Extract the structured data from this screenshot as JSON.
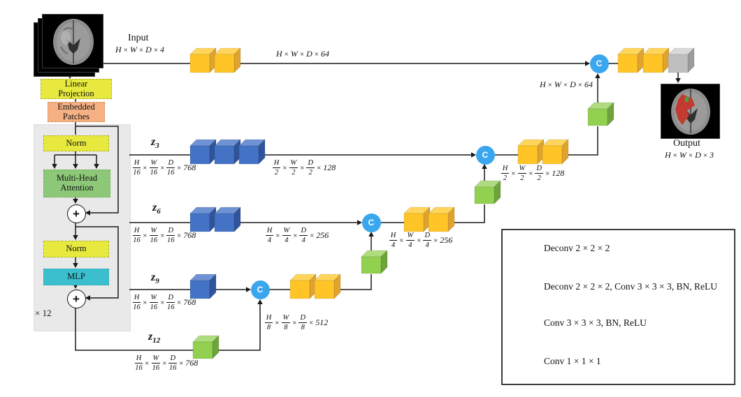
{
  "input": {
    "title": "Input",
    "dims": "H × W × D × 4"
  },
  "output": {
    "title": "Output",
    "dims": "H × W × D × 3"
  },
  "transformer": {
    "linear_projection": [
      "Linear",
      "Projection"
    ],
    "embedded_patches": [
      "Embedded",
      "Patches"
    ],
    "norm_top": "Norm",
    "attention": [
      "Multi-Head",
      "Attention"
    ],
    "norm_bottom": "Norm",
    "mlp": "MLP",
    "plus": "+",
    "repeat": "× 12"
  },
  "concat": {
    "label": "C"
  },
  "top": {
    "after_dims": "H × W × D × 64",
    "skip_dims": "H × W × D × 64"
  },
  "skips": [
    {
      "base": "z",
      "sub": "3",
      "dims_from_transformer": "H/16 × W/16 × D/16 × 768",
      "dims_after_deconv": "H/2 × W/2 × D/2 × 128",
      "dims_after_concat": "H/2 × W/2 × D/2 × 128"
    },
    {
      "base": "z",
      "sub": "6",
      "dims_from_transformer": "H/16 × W/16 × D/16 × 768",
      "dims_after_deconv": "H/4 × W/4 × D/4 × 256",
      "dims_after_concat": "H/4 × W/4 × D/4 × 256"
    },
    {
      "base": "z",
      "sub": "9",
      "dims_from_transformer": "H/16 × W/16 × D/16 × 768"
    },
    {
      "base": "z",
      "sub": "12",
      "dims_from_transformer": "H/16 × W/16 × D/16 × 768",
      "dims_to_concat": "H/8 × W/8 × D/8 × 512"
    }
  ],
  "legend": {
    "items": [
      {
        "cube": "green",
        "label": "Deconv 2 × 2 × 2"
      },
      {
        "cube": "blue",
        "label": "Deconv 2 × 2 × 2,  Conv 3 × 3 × 3, BN, ReLU"
      },
      {
        "cube": "yellow",
        "label": "Conv 3 × 3 × 3, BN, ReLU"
      },
      {
        "cube": "gray",
        "label": "Conv 1 × 1 × 1"
      }
    ]
  },
  "colors": {
    "cube_yellow": {
      "front": "#FFC527",
      "top": "#FFD55C",
      "side": "#E0A32E"
    },
    "cube_blue": {
      "front": "#4472C4",
      "top": "#6F92D4",
      "side": "#30549B"
    },
    "cube_green": {
      "front": "#92D050",
      "top": "#AEDC7E",
      "side": "#6FA33C"
    },
    "cube_gray": {
      "front": "#BFBFBF",
      "top": "#D9D9D9",
      "side": "#9C9C9C"
    },
    "concat_circle": "#3AA6EE",
    "box_yellow": "#E7E93F",
    "box_salmon": "#F5B183",
    "box_green": "#8DC878",
    "box_cyan": "#3BBFCF",
    "transformer_bg": "#E9E9E9",
    "line": "#1a1a1a",
    "segmentation_red": "#C23B30",
    "segmentation_green": "#3FA83F"
  }
}
